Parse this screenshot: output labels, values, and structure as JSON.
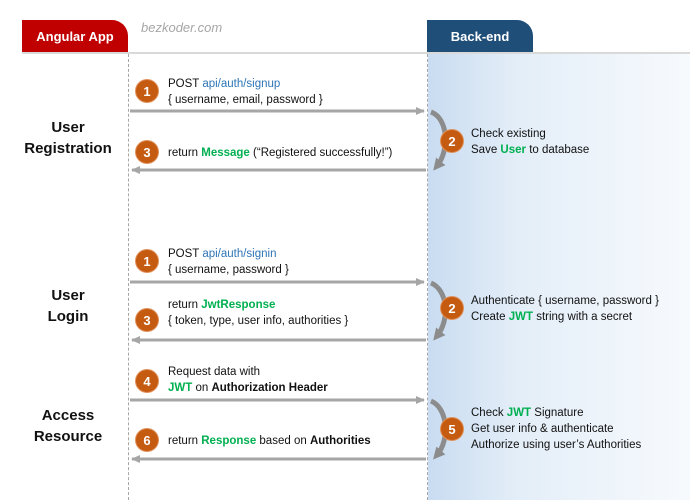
{
  "header": {
    "frontend_label": "Angular App",
    "backend_label": "Back-end",
    "watermark": "bezkoder.com"
  },
  "sections": {
    "registration": {
      "label_line1": "User",
      "label_line2": "Registration",
      "step1": {
        "num": "1",
        "method": "POST ",
        "url": "api/auth/signup",
        "body": "{ username, email, password }"
      },
      "step2": {
        "num": "2",
        "line1": "Check existing",
        "line2_pre": "Save ",
        "line2_hl": "User",
        "line2_post": " to database"
      },
      "step3": {
        "num": "3",
        "pre": "return ",
        "hl": "Message",
        "post": " (“Registered successfully!”)"
      }
    },
    "login": {
      "label_line1": "User",
      "label_line2": "Login",
      "step1": {
        "num": "1",
        "method": "POST ",
        "url": "api/auth/signin",
        "body": "{ username, password }"
      },
      "step2": {
        "num": "2",
        "line1": "Authenticate { username, password }",
        "line2_pre": "Create ",
        "line2_hl": "JWT",
        "line2_post": " string with a secret"
      },
      "step3": {
        "num": "3",
        "pre": "return ",
        "hl": "JwtResponse",
        "body": "{ token, type, user info, authorities }"
      }
    },
    "access": {
      "label_line1": "Access",
      "label_line2": "Resource",
      "step4": {
        "num": "4",
        "line1": "Request  data with",
        "line2_hl": "JWT",
        "line2_mid": " on ",
        "line2_bold": "Authorization Header"
      },
      "step5": {
        "num": "5",
        "line1_pre": "Check ",
        "line1_hl": "JWT",
        "line1_post": " Signature",
        "line2": "Get user info & authenticate",
        "line3": "Authorize using user’s Authorities"
      },
      "step6": {
        "num": "6",
        "pre": "return ",
        "hl": "Response",
        "mid": " based on ",
        "bold": "Authorities"
      }
    }
  },
  "colors": {
    "frontend": "#c00000",
    "backend": "#1f4e79",
    "badge": "#c55a11",
    "highlight": "#00b050",
    "url": "#2e75b6"
  }
}
